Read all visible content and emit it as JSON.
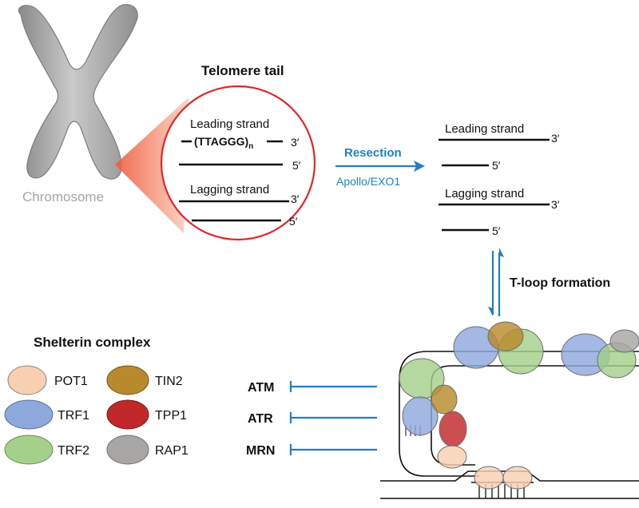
{
  "chromosome": {
    "label": "Chromosome"
  },
  "telomere": {
    "title": "Telomere tail",
    "leading_label": "Leading strand",
    "repeat_label": "(TTAGGG)",
    "repeat_subscript": "n",
    "lagging_label": "Lagging strand",
    "end_3": "3′",
    "end_5": "5′"
  },
  "resection": {
    "label": "Resection",
    "enzymes": "Apollo/EXO1",
    "leading_label": "Leading strand",
    "lagging_label": "Lagging strand",
    "end_3": "3′",
    "end_5": "5′"
  },
  "tloop": {
    "label": "T-loop formation"
  },
  "shelterin": {
    "title": "Shelterin complex",
    "items": [
      {
        "name": "POT1",
        "color": "#f9cfb2"
      },
      {
        "name": "TIN2",
        "color": "#b88a2c"
      },
      {
        "name": "TRF1",
        "color": "#8fa8dc"
      },
      {
        "name": "TPP1",
        "color": "#c0282a"
      },
      {
        "name": "TRF2",
        "color": "#a4d08a"
      },
      {
        "name": "RAP1",
        "color": "#a8a6a5"
      }
    ]
  },
  "inhibited": [
    "ATM",
    "ATR",
    "MRN"
  ],
  "colors": {
    "accent_blue": "#1f7fc6",
    "red_circle": "#e0252a",
    "chromosome_gray": "#b5b5b5"
  }
}
